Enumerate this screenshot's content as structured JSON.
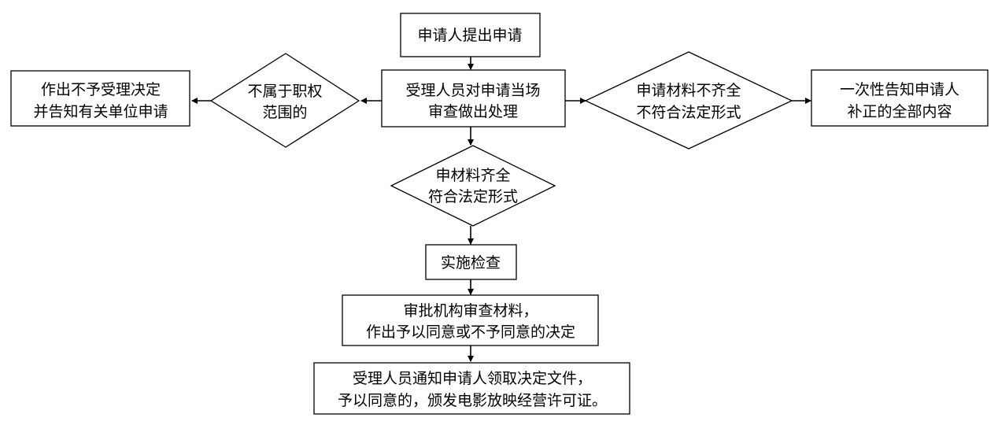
{
  "flowchart": {
    "start": {
      "line1": "申请人提出申请"
    },
    "review": {
      "line1": "受理人员对申请当场",
      "line2": "审查做出处理"
    },
    "not_in_scope": {
      "line1": "不属于职权",
      "line2": "范围的"
    },
    "reject_notice": {
      "line1": "作出不予受理决定",
      "line2": "并告知有关单位申请"
    },
    "incomplete": {
      "line1": "申请材料不齐全",
      "line2": "不符合法定形式"
    },
    "notify_supplement": {
      "line1": "一次性告知申请人",
      "line2": "补正的全部内容"
    },
    "complete": {
      "line1": "申材料齐全",
      "line2": "符合法定形式"
    },
    "inspection": {
      "line1": "实施检查"
    },
    "approval_review": {
      "line1": "审批机构审查材料，",
      "line2": "作出予以同意或不予同意的决定"
    },
    "final_notice": {
      "line1": "受理人员通知申请人领取决定文件，",
      "line2": "予以同意的，颁发电影放映经营许可证。"
    }
  }
}
